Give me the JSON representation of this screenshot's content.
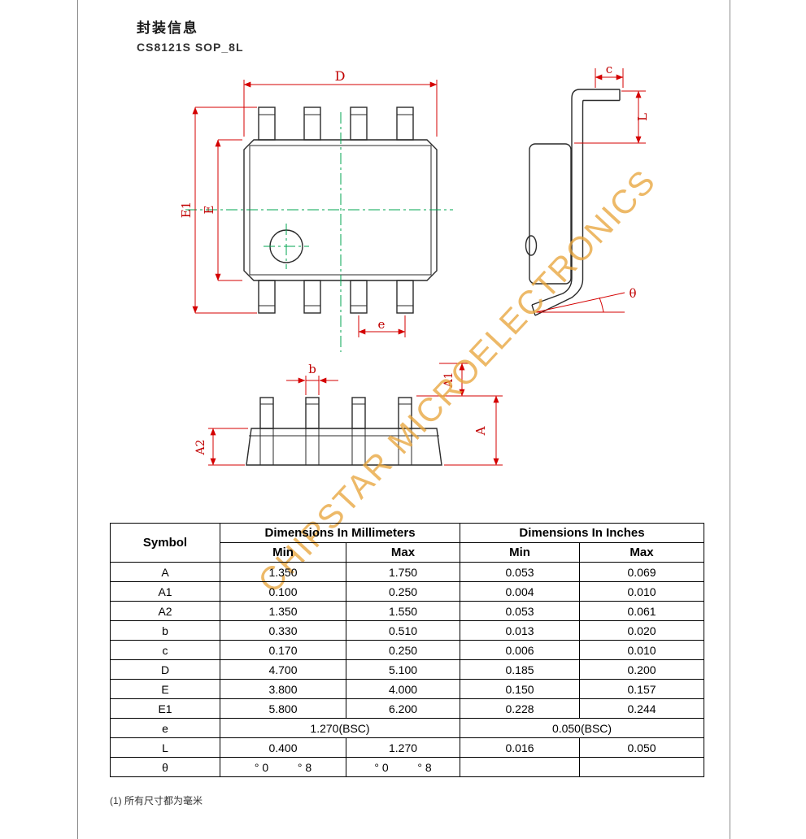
{
  "page": {
    "title": "封装信息",
    "subtitle": "CS8121S SOP_8L",
    "footnote": "(1) 所有尺寸都为毫米"
  },
  "watermark": {
    "text": "CHIPSTAR MICROELECTRONICS",
    "color": "#E8A63E"
  },
  "diagram": {
    "views": [
      "top-view",
      "side-view",
      "front-view"
    ],
    "labels": {
      "D": "D",
      "E1": "E1",
      "E": "E",
      "e": "e",
      "c": "c",
      "L": "L",
      "theta": "θ",
      "b": "b",
      "A1": "A1",
      "A2": "A2",
      "A": "A"
    },
    "colors": {
      "outline": "#2A2A2A",
      "dimension": "#D40000",
      "centerline": "#00A550"
    }
  },
  "table": {
    "headers": {
      "symbol": "Symbol",
      "mm": "Dimensions In Millimeters",
      "inches": "Dimensions In Inches",
      "min": "Min",
      "max": "Max"
    },
    "rows": [
      {
        "symbol": "A",
        "mm_min": "1.350",
        "mm_max": "1.750",
        "in_min": "0.053",
        "in_max": "0.069"
      },
      {
        "symbol": "A1",
        "mm_min": "0.100",
        "mm_max": "0.250",
        "in_min": "0.004",
        "in_max": "0.010"
      },
      {
        "symbol": "A2",
        "mm_min": "1.350",
        "mm_max": "1.550",
        "in_min": "0.053",
        "in_max": "0.061"
      },
      {
        "symbol": "b",
        "mm_min": "0.330",
        "mm_max": "0.510",
        "in_min": "0.013",
        "in_max": "0.020"
      },
      {
        "symbol": "c",
        "mm_min": "0.170",
        "mm_max": "0.250",
        "in_min": "0.006",
        "in_max": "0.010"
      },
      {
        "symbol": "D",
        "mm_min": "4.700",
        "mm_max": "5.100",
        "in_min": "0.185",
        "in_max": "0.200"
      },
      {
        "symbol": "E",
        "mm_min": "3.800",
        "mm_max": "4.000",
        "in_min": "0.150",
        "in_max": "0.157"
      },
      {
        "symbol": "E1",
        "mm_min": "5.800",
        "mm_max": "6.200",
        "in_min": "0.228",
        "in_max": "0.244"
      }
    ],
    "e_row": {
      "symbol": "e",
      "mm": "1.270(BSC)",
      "inches": "0.050(BSC)"
    },
    "l_row": {
      "symbol": "L",
      "mm_min": "0.400",
      "mm_max": "1.270",
      "in_min": "0.016",
      "in_max": "0.050"
    },
    "theta_row": {
      "symbol": "θ",
      "mm_min": "° 0    ° 8",
      "mm_max": "° 0    ° 8",
      "in_min": "",
      "in_max": ""
    }
  }
}
